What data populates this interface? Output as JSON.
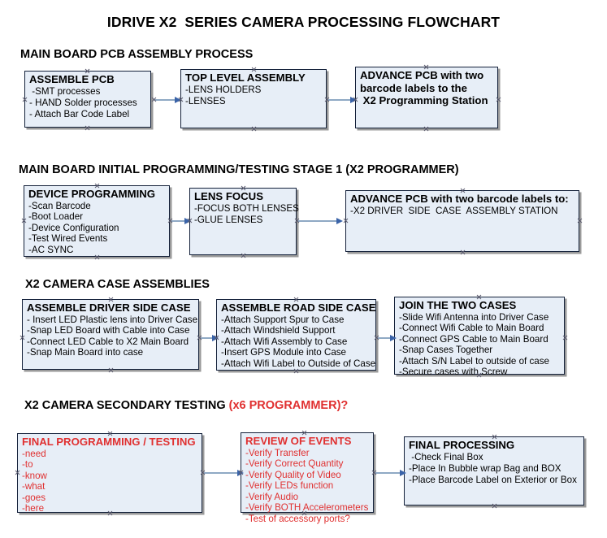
{
  "document": {
    "title": "IDRIVE X2  SERIES CAMERA PROCESSING FLOWCHART"
  },
  "sections": [
    {
      "id": "main-board-pcb-assembly",
      "heading": "MAIN BOARD PCB ASSEMBLY PROCESS",
      "heading_red": "",
      "nodes": [
        {
          "id": "assemble-pcb",
          "title": "ASSEMBLE PCB",
          "lines": [
            " -SMT processes",
            "- HAND Solder processes",
            "- Attach Bar Code Label"
          ]
        },
        {
          "id": "top-level-assembly",
          "title": "TOP LEVEL ASSEMBLY",
          "lines": [
            "-LENS HOLDERS",
            "-LENSES"
          ]
        },
        {
          "id": "advance-pcb-x2-programming-station",
          "title": "ADVANCE PCB with two",
          "lines": [
            "barcode labels to the",
            " X2 Programming Station"
          ]
        }
      ]
    },
    {
      "id": "main-board-initial-programming",
      "heading": "MAIN BOARD INITIAL PROGRAMMING/TESTING STAGE 1 (X2 PROGRAMMER)",
      "heading_red": "",
      "nodes": [
        {
          "id": "device-programming",
          "title": "DEVICE PROGRAMMING",
          "lines": [
            "-Scan Barcode",
            "-Boot Loader",
            "-Device Configuration",
            "-Test Wired Events",
            "-AC SYNC"
          ]
        },
        {
          "id": "lens-focus",
          "title": "LENS FOCUS",
          "lines": [
            "-FOCUS BOTH LENSES",
            "-GLUE LENSES"
          ]
        },
        {
          "id": "advance-pcb-driver-side-case",
          "title": "ADVANCE PCB with two barcode labels to:",
          "lines": [
            "-X2 DRIVER  SIDE  CASE  ASSEMBLY STATION"
          ]
        }
      ]
    },
    {
      "id": "x2-camera-case-assemblies",
      "heading": "X2 CAMERA CASE ASSEMBLIES",
      "heading_red": "",
      "nodes": [
        {
          "id": "assemble-driver-side-case",
          "title": "ASSEMBLE DRIVER SIDE CASE",
          "lines": [
            "- Insert LED Plastic lens into Driver Case",
            "-Snap LED Board with Cable into Case",
            "-Connect LED Cable to X2 Main Board",
            "-Snap Main Board into case"
          ]
        },
        {
          "id": "assemble-road-side-case",
          "title": "ASSEMBLE ROAD SIDE CASE",
          "lines": [
            "-Attach Support Spur to Case",
            "-Attach Windshield Support",
            "-Attach Wifi Assembly to Case",
            "-Insert GPS Module into Case",
            "-Attach Wifi Label to Outside of Case"
          ]
        },
        {
          "id": "join-the-two-cases",
          "title": "JOIN THE TWO CASES",
          "lines": [
            "-Slide Wifi Antenna into Driver Case",
            "-Connect Wifi Cable to Main Board",
            "-Connect GPS Cable to Main Board",
            "-Snap Cases Together",
            "-Attach S/N Label to outside of case",
            "-Secure cases with Screw"
          ]
        }
      ]
    },
    {
      "id": "x2-camera-secondary-testing",
      "heading": "X2 CAMERA SECONDARY TESTING ",
      "heading_red": "(x6 PROGRAMMER)?",
      "nodes": [
        {
          "id": "final-programming-testing",
          "title": "FINAL PROGRAMMING / TESTING",
          "lines": [
            "-need",
            "-to",
            "-know",
            "-what",
            "-goes",
            "-here"
          ]
        },
        {
          "id": "review-of-events",
          "title": "REVIEW OF EVENTS",
          "lines": [
            "-Verify Transfer",
            "-Verify Correct Quantity",
            "-Verify Quality of Video",
            "-Verify LEDs function",
            "-Verify Audio",
            "-Verify BOTH Accelerometers",
            "-Test of accessory ports?"
          ]
        },
        {
          "id": "final-processing",
          "title": "FINAL PROCESSING",
          "lines": [
            " -Check Final Box",
            "-Place In Bubble wrap Bag and BOX",
            "-Place Barcode Label on Exterior or Box"
          ]
        }
      ]
    }
  ],
  "colors": {
    "box_fill": "#e7eef7",
    "box_border": "#14213a",
    "box_shadow": "#9a9a9a",
    "connector": "#8fa9c4",
    "arrow_head": "#3a63a8",
    "text": "#000000",
    "red_text": "#e03030",
    "background": "#ffffff"
  }
}
